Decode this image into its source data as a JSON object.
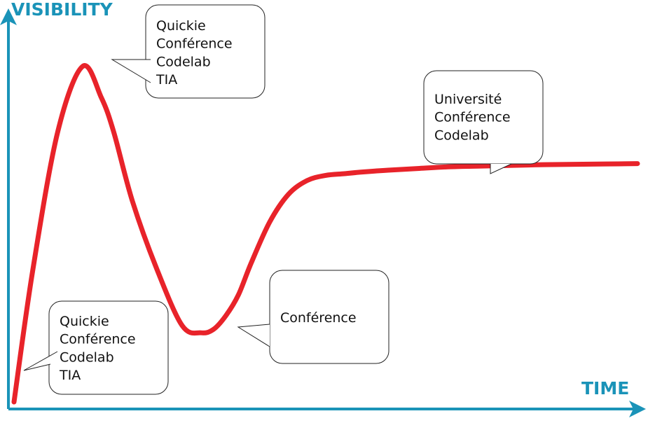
{
  "chart_data": {
    "type": "line",
    "title": "",
    "xlabel": "TIME",
    "ylabel": "VISIBILITY",
    "xlim": [
      0,
      100
    ],
    "ylim": [
      0,
      100
    ],
    "grid": false,
    "series": [
      {
        "x": [
          0,
          3,
          7,
          11,
          14,
          16,
          19,
          23,
          27,
          30,
          32,
          34,
          36,
          38,
          41,
          44,
          47,
          50,
          53,
          56,
          60,
          65,
          70,
          75,
          80,
          85,
          90,
          95,
          100
        ],
        "y": [
          0,
          38,
          78,
          97,
          88,
          78,
          58,
          38,
          22,
          20,
          21,
          25,
          31,
          40,
          52,
          60,
          64,
          65.5,
          66,
          66.5,
          67,
          67.5,
          68,
          68.2,
          68.4,
          68.6,
          68.7,
          68.8,
          68.9
        ]
      }
    ],
    "annotations": [
      {
        "id": "start",
        "lines": [
          "Quickie",
          "Conférence",
          "Codelab",
          "TIA"
        ]
      },
      {
        "id": "peak",
        "lines": [
          "Quickie",
          "Conférence",
          "Codelab",
          "TIA"
        ]
      },
      {
        "id": "trough",
        "lines": [
          "Conférence"
        ]
      },
      {
        "id": "plateau",
        "lines": [
          "Université",
          "Conférence",
          "Codelab"
        ]
      }
    ],
    "colors": {
      "curve": "#e8232a",
      "axis": "#1a93b8"
    }
  }
}
